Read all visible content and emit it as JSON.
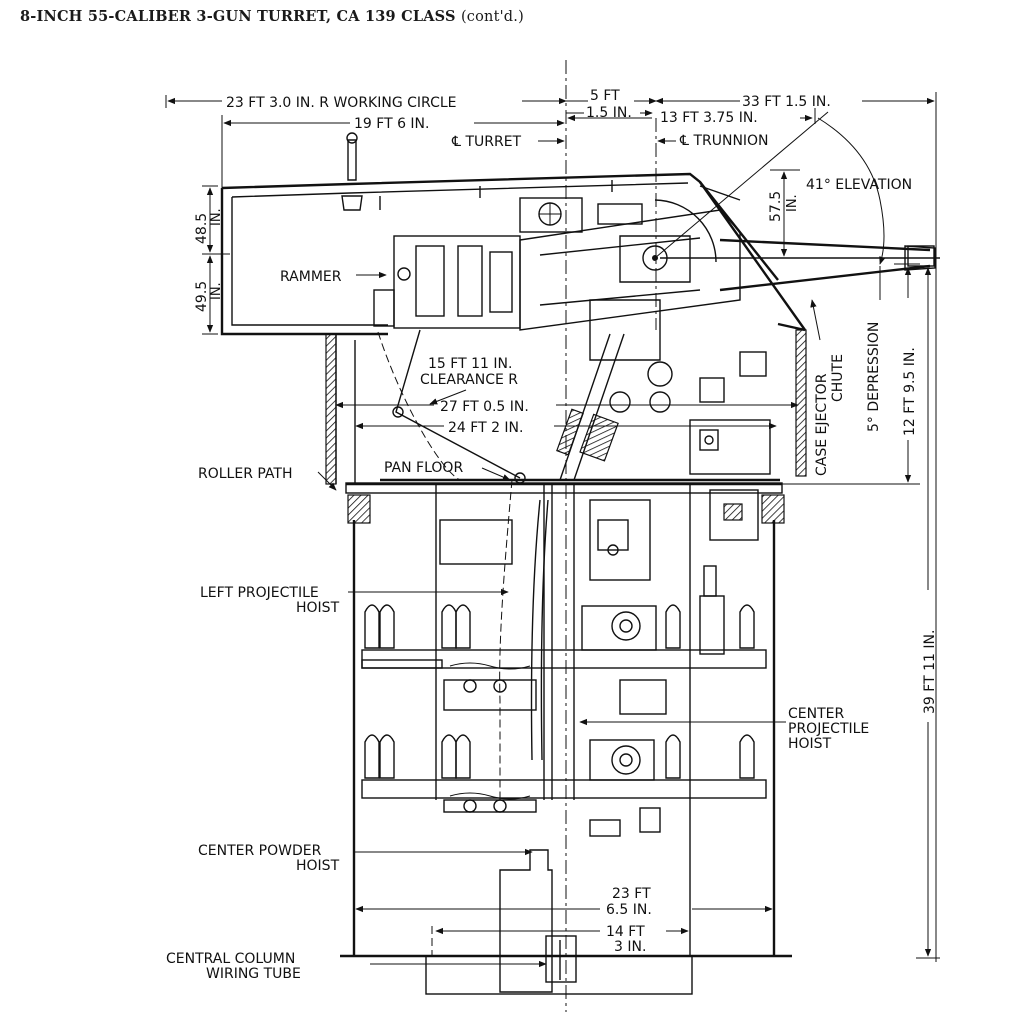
{
  "header": {
    "title": "8-INCH 55-CALIBER 3-GUN TURRET, CA 139 CLASS",
    "title_suffix": "(cont'd.)"
  },
  "dimensions": {
    "working_circle": "23 FT 3.0 IN. R WORKING CIRCLE",
    "five_ft": "5 FT",
    "one_five_in": "1.5 IN.",
    "thirty_three_ft": "33 FT  1.5 IN.",
    "nineteen_ft": "19 FT 6 IN.",
    "thirteen_ft": "13 FT 3.75 IN.",
    "turret_cl": "℄ TURRET",
    "trunnion_cl": "℄ TRUNNION",
    "elevation": "41° ELEVATION",
    "dim_48_5": "48.5",
    "dim_49_5": "49.5",
    "dim_57_5": "57.5",
    "in_abbrev": "IN.",
    "depression": "5° DEPRESSION",
    "twelve_ft": "12 FT 9.5 IN.",
    "thirtynine_ft": "39 FT 11 IN.",
    "fifteen_ft": "15 FT 11 IN.",
    "clearance": "CLEARANCE R",
    "twentyseven_ft": "27 FT 0.5 IN.",
    "twentyfour_ft": "24 FT 2 IN.",
    "twentythree_ft_a": "23 FT",
    "twentythree_ft_b": "6.5 IN.",
    "fourteen_ft_a": "14 FT",
    "fourteen_ft_b": "3 IN."
  },
  "callouts": {
    "rammer": "RAMMER",
    "roller_path": "ROLLER PATH",
    "pan_floor": "PAN FLOOR",
    "left_hoist_1": "LEFT PROJECTILE",
    "left_hoist_2": "HOIST",
    "center_hoist_1": "CENTER",
    "center_hoist_2": "PROJECTILE",
    "center_hoist_3": "HOIST",
    "powder_1": "CENTER POWDER",
    "powder_2": "HOIST",
    "column_1": "CENTRAL COLUMN",
    "column_2": "WIRING TUBE",
    "ejector_1": "CASE EJECTOR",
    "ejector_2": "CHUTE"
  }
}
